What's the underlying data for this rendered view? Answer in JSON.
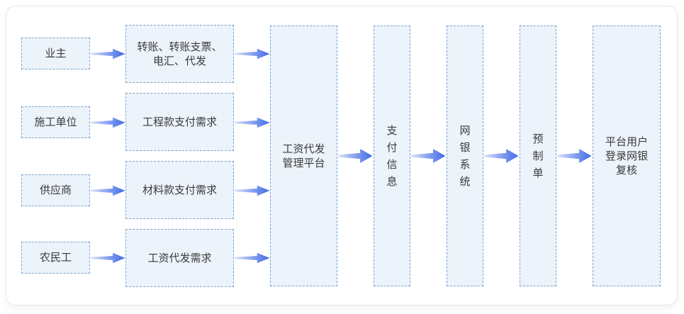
{
  "diagram": {
    "sources": [
      {
        "label": "业主"
      },
      {
        "label": "施工单位"
      },
      {
        "label": "供应商"
      },
      {
        "label": "农民工"
      }
    ],
    "requests": [
      {
        "label": "转账、转账支票、\n电汇、代发"
      },
      {
        "label": "工程款支付需求"
      },
      {
        "label": "材料款支付需求"
      },
      {
        "label": "工资代发需求"
      }
    ],
    "stages": [
      {
        "label": "工资代发\n管理平台",
        "orientation": "horizontal"
      },
      {
        "label": "支付信息",
        "orientation": "vertical"
      },
      {
        "label": "网银系统",
        "orientation": "vertical"
      },
      {
        "label": "预制单",
        "orientation": "vertical"
      },
      {
        "label": "平台用户\n登录网银\n复核",
        "orientation": "horizontal"
      }
    ]
  },
  "colors": {
    "box_fill": "#ecf3fa",
    "box_border": "#7aa4cc",
    "text": "#3b3b3b",
    "arrow_tail": "#dbe2f8",
    "arrow_head": "#3f6be6",
    "card_border": "#e6e6e6",
    "card_background": "#ffffff"
  }
}
